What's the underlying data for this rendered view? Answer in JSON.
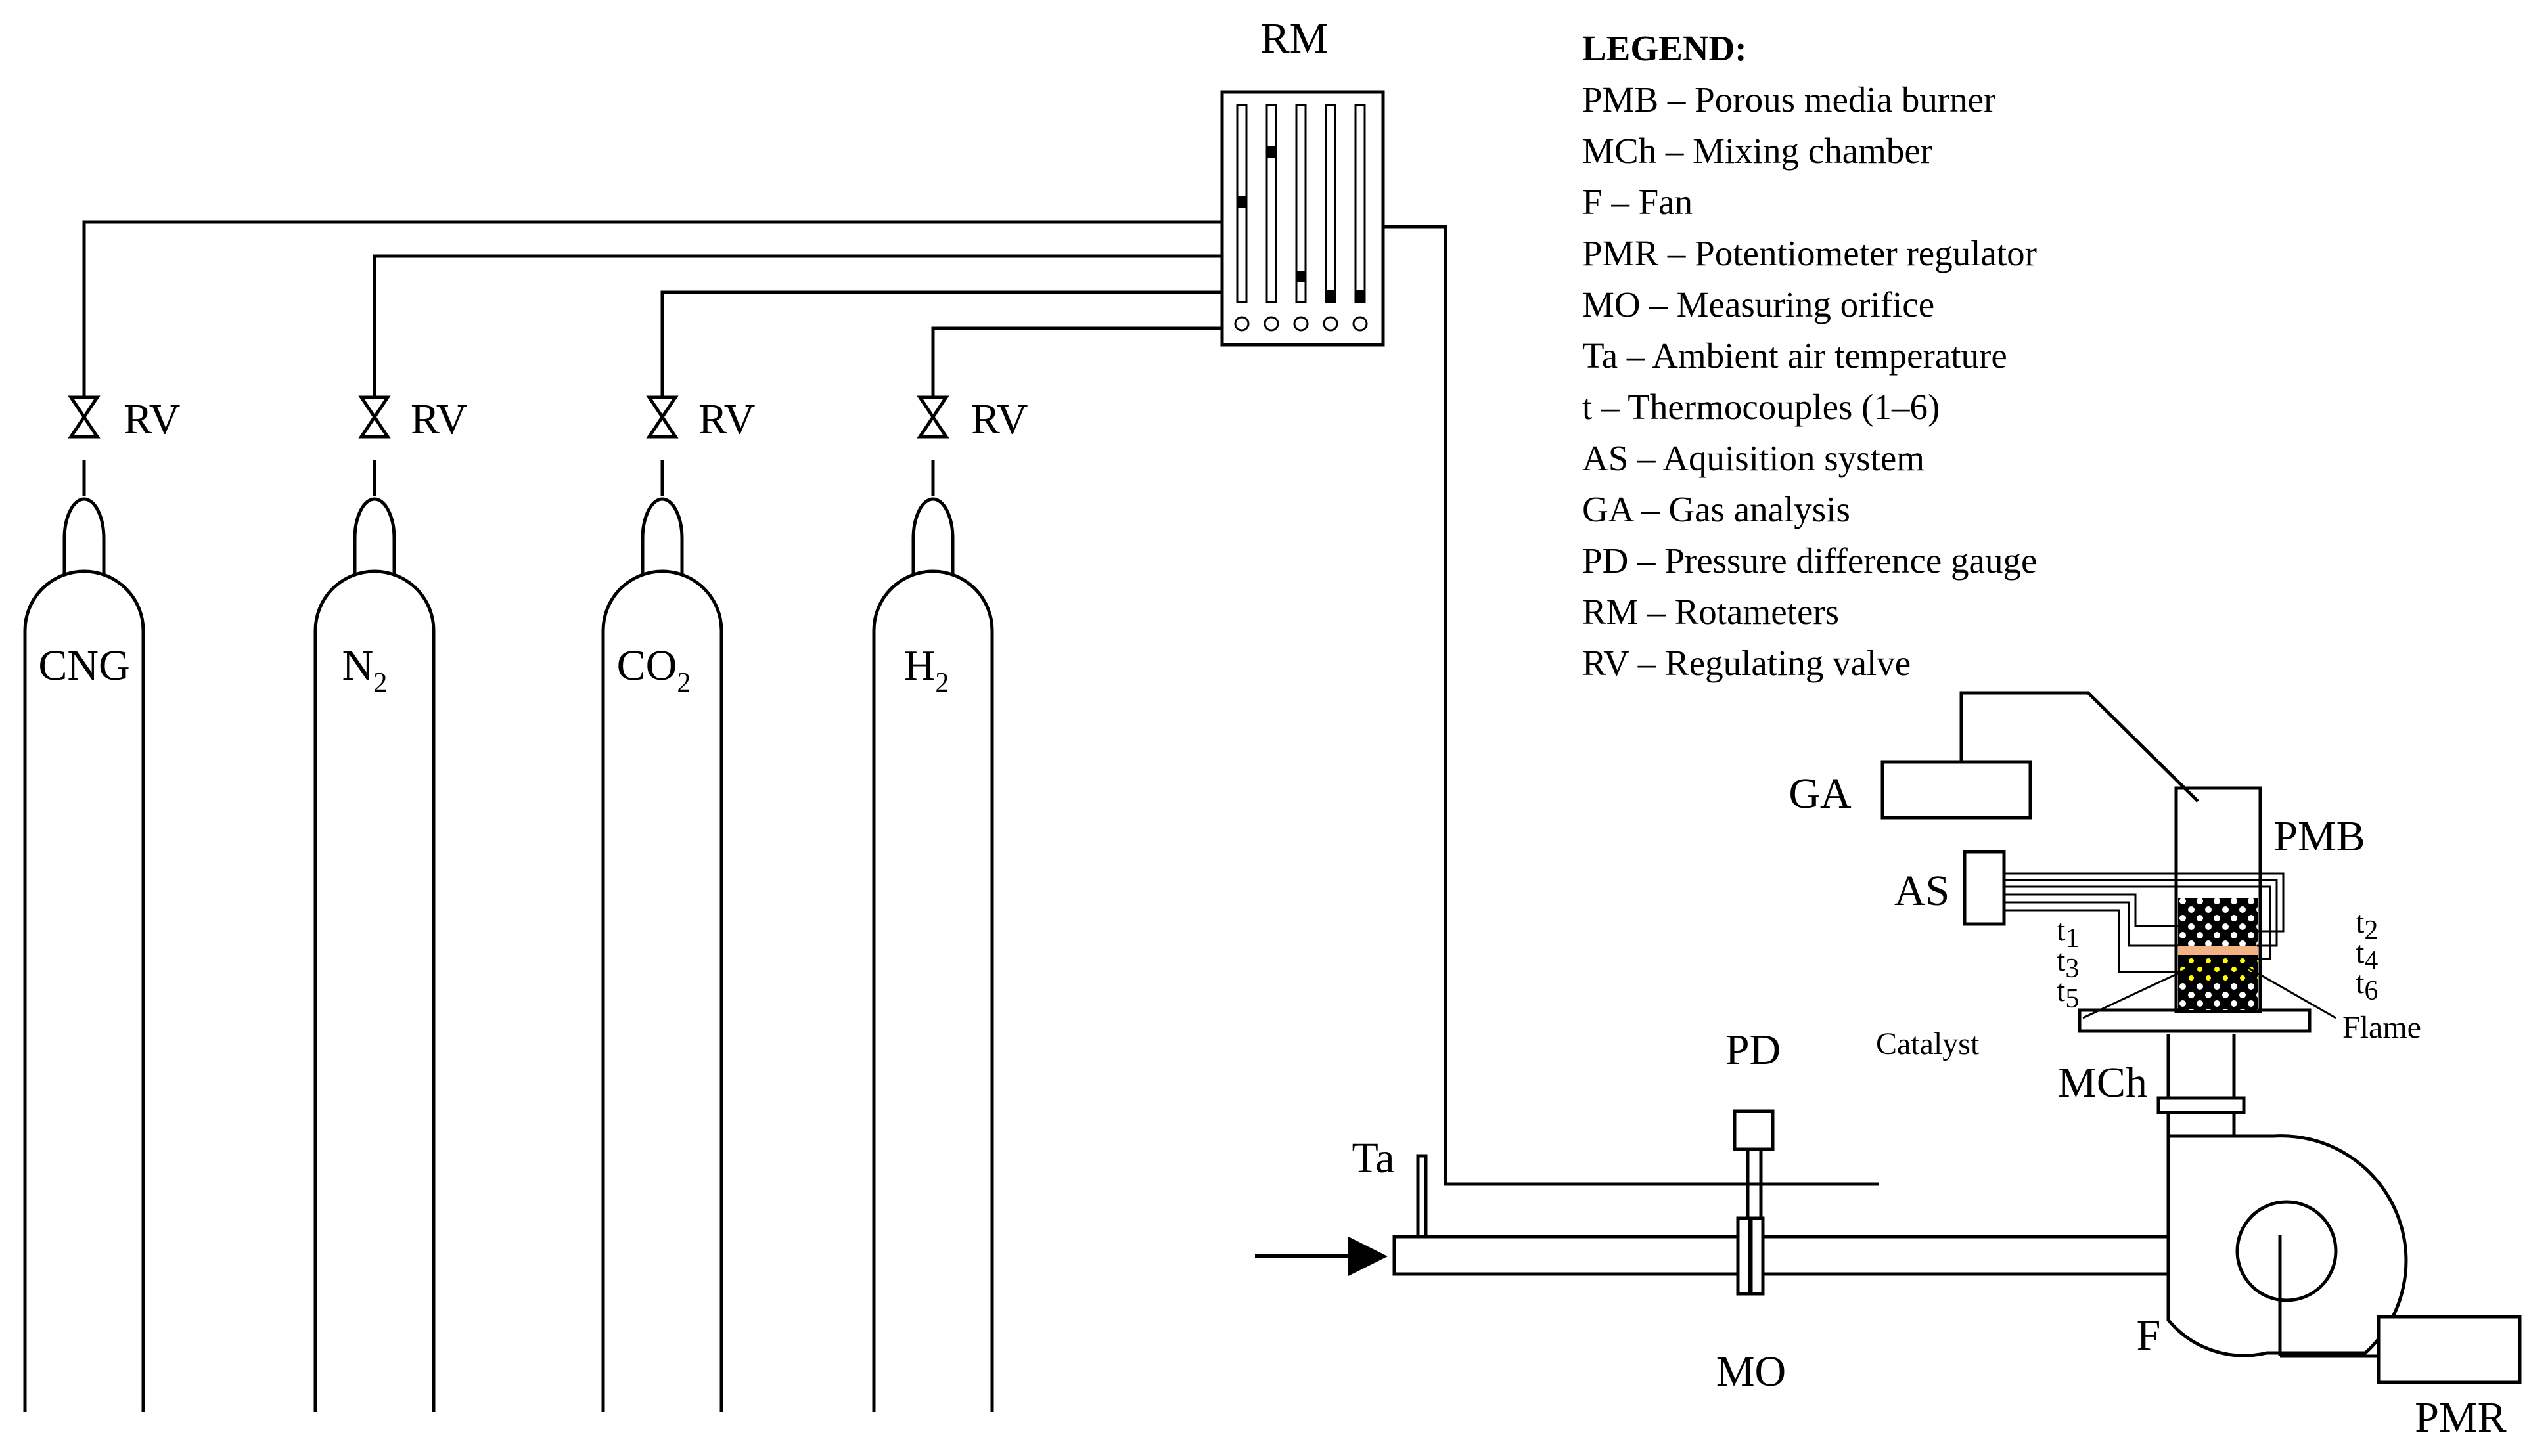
{
  "labels": {
    "rm": "RM",
    "rv": "RV",
    "cylinders": [
      "CNG",
      "N",
      "CO",
      "H"
    ],
    "cylinder_subscripts": [
      "",
      "2",
      "2",
      "2"
    ],
    "ga": "GA",
    "pmb": "PMB",
    "as": "AS",
    "t1": "t",
    "t1_sub": "1",
    "t2": "t",
    "t2_sub": "2",
    "t3": "t",
    "t3_sub": "3",
    "t4": "t",
    "t4_sub": "4",
    "t5": "t",
    "t5_sub": "5",
    "t6": "t",
    "t6_sub": "6",
    "catalyst": "Catalyst",
    "flame": "Flame",
    "mch": "MCh",
    "pd": "PD",
    "ta": "Ta",
    "mo": "MO",
    "f": "F",
    "pmr": "PMR"
  },
  "legend": {
    "title": "LEGEND:",
    "items": [
      "PMB – Porous media burner",
      "MCh – Mixing chamber",
      "F – Fan",
      "PMR – Potentiometer regulator",
      "MO – Measuring orifice",
      "Ta – Ambient air temperature",
      "t – Thermocouples (1–6)",
      "AS – Aquisition system",
      "GA – Gas analysis",
      "PD – Pressure difference gauge",
      "RM – Rotameters",
      "RV – Regulating valve"
    ]
  },
  "colors": {
    "line": "#000000",
    "flame_band": "#f4b183",
    "catalyst_dots": "#ffff00",
    "background": "#ffffff"
  }
}
